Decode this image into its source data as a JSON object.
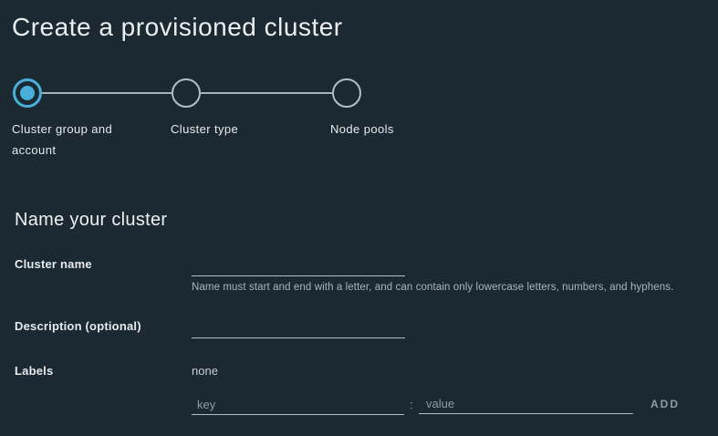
{
  "page": {
    "title": "Create a provisioned cluster"
  },
  "stepper": {
    "steps": [
      {
        "label": "Cluster group and account",
        "state": "active"
      },
      {
        "label": "Cluster type",
        "state": "upcoming"
      },
      {
        "label": "Node pools",
        "state": "upcoming"
      }
    ]
  },
  "section": {
    "heading": "Name your cluster"
  },
  "form": {
    "cluster_name": {
      "label": "Cluster name",
      "value": "",
      "helper": "Name must start and end with a letter, and can contain only lowercase letters, numbers, and hyphens."
    },
    "description": {
      "label": "Description (optional)",
      "value": ""
    },
    "labels": {
      "label": "Labels",
      "empty_text": "none",
      "key_placeholder": "key",
      "key_value": "",
      "separator": ":",
      "value_placeholder": "value",
      "value_value": "",
      "add_label": "ADD"
    }
  },
  "colors": {
    "background": "#1b2a32",
    "accent_blue": "#49afd9",
    "step_inactive": "#b4bfc5",
    "text_primary": "#e6eaec",
    "text_muted": "#a9b5bc",
    "placeholder": "#8f9ba3"
  }
}
